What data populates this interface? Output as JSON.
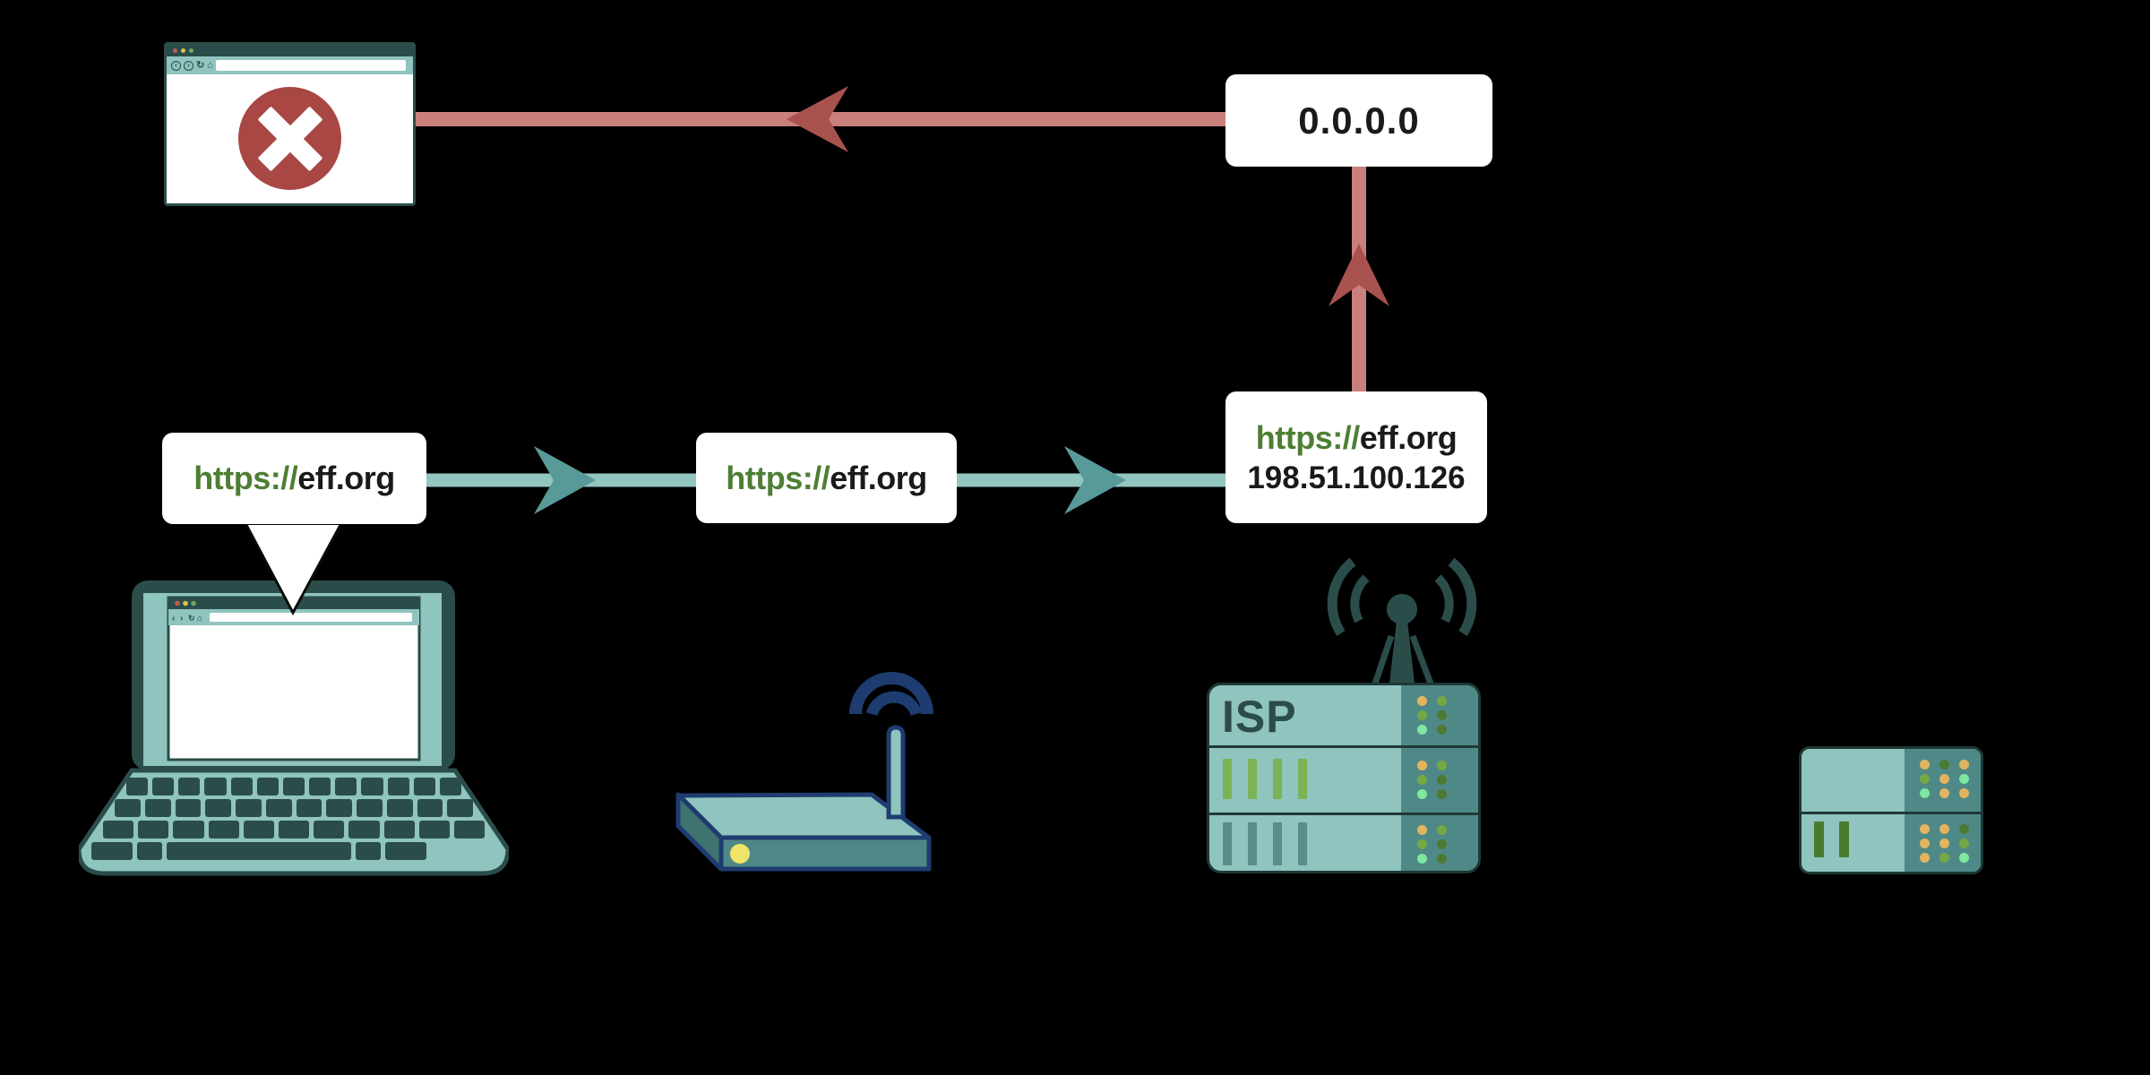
{
  "palette": {
    "background": "#000000",
    "dark_teal": "#2b4d4a",
    "outline": "#1e3836",
    "light_teal": "#8fc4bf",
    "teal_line": "#93c5c1",
    "teal_arrowhead": "#579a98",
    "red_line": "#c97f7c",
    "red_arrowhead": "#a8524f",
    "error_red": "#a84744",
    "green_url": "#4e7e33",
    "navy": "#1e3c70",
    "router_mid": "#4d8886",
    "router_side": "#3f7370",
    "server_dark": "#4f8987",
    "led_yellow": "#efe469",
    "bar_green": "#7cb356",
    "bar_teal": "#578e8c",
    "bar_dark_green": "#4a7a2e",
    "led_amber": "#e3b45f",
    "led_green": "#74a845",
    "led_dark_green": "#4c7a33",
    "led_mint": "#7ee8a0",
    "text_ink": "#1a1a1a",
    "dot_red": "#c25b59",
    "dot_yellow": "#ddc052",
    "dot_green": "#74a65a"
  },
  "flow": {
    "blocked_ip": "0.0.0.0",
    "url_scheme": "https://",
    "url_host": "eff.org",
    "resolved_ip": "198.51.100.126"
  },
  "browser_chrome": {
    "back_icon": "‹",
    "forward_icon": "›",
    "refresh_icon": "↻",
    "home_icon": "⌂",
    "address_value": ""
  },
  "isp": {
    "label": "ISP",
    "green_bar_count": 4,
    "teal_bar_count": 4,
    "led_units": [
      [
        [
          "amber",
          "green"
        ],
        [
          "green",
          "dark_green"
        ],
        [
          "mint",
          "dark_green"
        ]
      ],
      [
        [
          "amber",
          "green"
        ],
        [
          "green",
          "dark_green"
        ],
        [
          "mint",
          "dark_green"
        ]
      ],
      [
        [
          "amber",
          "green"
        ],
        [
          "green",
          "dark_green"
        ],
        [
          "mint",
          "dark_green"
        ]
      ]
    ]
  },
  "eff_server": {
    "bar_count": 2,
    "led_units": [
      [
        [
          "amber",
          "dark_green",
          "amber"
        ],
        [
          "green",
          "amber",
          "mint"
        ],
        [
          "mint",
          "amber",
          "amber"
        ]
      ],
      [
        [
          "amber",
          "amber",
          "dark_green"
        ],
        [
          "amber",
          "amber",
          "green"
        ],
        [
          "amber",
          "green",
          "mint"
        ]
      ]
    ]
  }
}
